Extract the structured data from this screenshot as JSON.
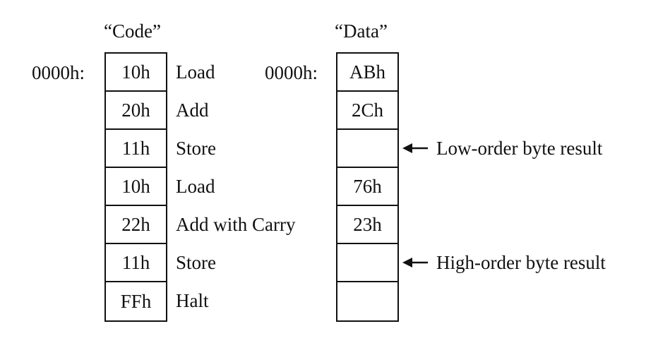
{
  "code_column": {
    "title": "“Code”",
    "start_address": "0000h:",
    "cells": [
      {
        "value": "10h",
        "label": "Load"
      },
      {
        "value": "20h",
        "label": "Add"
      },
      {
        "value": "11h",
        "label": "Store"
      },
      {
        "value": "10h",
        "label": "Load"
      },
      {
        "value": "22h",
        "label": "Add with Carry"
      },
      {
        "value": "11h",
        "label": "Store"
      },
      {
        "value": "FFh",
        "label": "Halt"
      }
    ]
  },
  "data_column": {
    "title": "“Data”",
    "start_address": "0000h:",
    "cells": [
      {
        "value": "ABh"
      },
      {
        "value": "2Ch"
      },
      {
        "value": ""
      },
      {
        "value": "76h"
      },
      {
        "value": "23h"
      },
      {
        "value": ""
      },
      {
        "value": ""
      }
    ]
  },
  "annotations": {
    "low": "Low-order byte result",
    "high": "High-order byte result"
  }
}
